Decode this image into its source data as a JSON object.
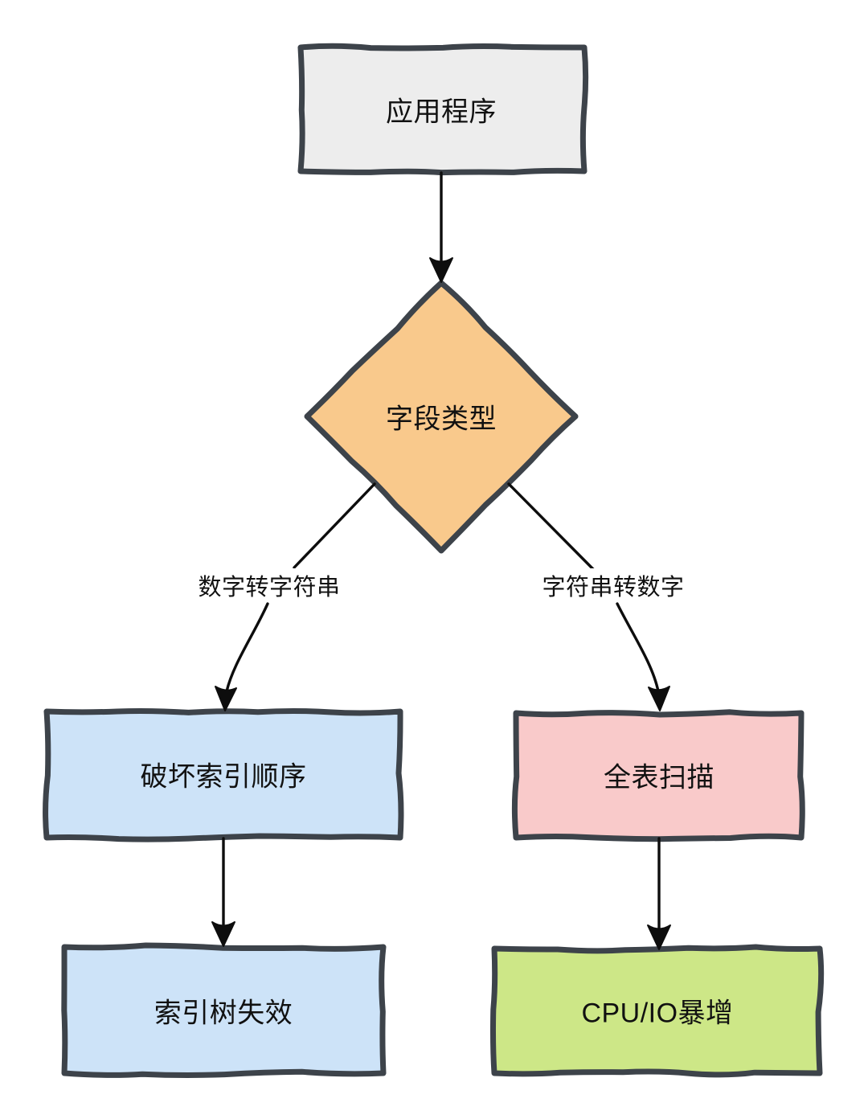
{
  "diagram": {
    "background": "#ffffff",
    "stroke_color": "#3d434a",
    "arrow_color": "#0d0d0d",
    "text_color": "#111111",
    "nodes": {
      "application": {
        "label": "应用程序",
        "shape": "rect",
        "fill": "#ededed"
      },
      "field_type": {
        "label": "字段类型",
        "shape": "diamond",
        "fill": "#f9c98c"
      },
      "break_index_order": {
        "label": "破坏索引顺序",
        "shape": "rect",
        "fill": "#cde3f8"
      },
      "full_table_scan": {
        "label": "全表扫描",
        "shape": "rect",
        "fill": "#f9caca"
      },
      "index_tree_invalid": {
        "label": "索引树失效",
        "shape": "rect",
        "fill": "#cde3f8"
      },
      "cpu_io_surge": {
        "label": "CPU/IO暴增",
        "shape": "rect",
        "fill": "#cde787"
      }
    },
    "edges": [
      {
        "from": "application",
        "to": "field_type",
        "label": ""
      },
      {
        "from": "field_type",
        "to": "break_index_order",
        "label": "数字转字符串"
      },
      {
        "from": "field_type",
        "to": "full_table_scan",
        "label": "字符串转数字"
      },
      {
        "from": "break_index_order",
        "to": "index_tree_invalid",
        "label": ""
      },
      {
        "from": "full_table_scan",
        "to": "cpu_io_surge",
        "label": ""
      }
    ]
  }
}
